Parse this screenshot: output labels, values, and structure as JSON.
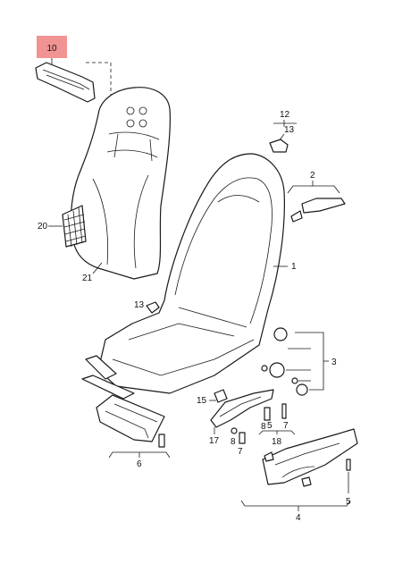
{
  "diagram": {
    "highlight_color": "#f08080",
    "highlighted_callout": "10",
    "callouts": {
      "c1": "1",
      "c2": "2",
      "c3": "3",
      "c4": "4",
      "c5a": "5",
      "c5b": "5",
      "c6": "6",
      "c7a": "7",
      "c7b": "7",
      "c8a": "8",
      "c8b": "8",
      "c10": "10",
      "c12": "12",
      "c13a": "13",
      "c13b": "13",
      "c15": "15",
      "c17": "17",
      "c18": "18",
      "c20": "20",
      "c21": "21"
    }
  }
}
